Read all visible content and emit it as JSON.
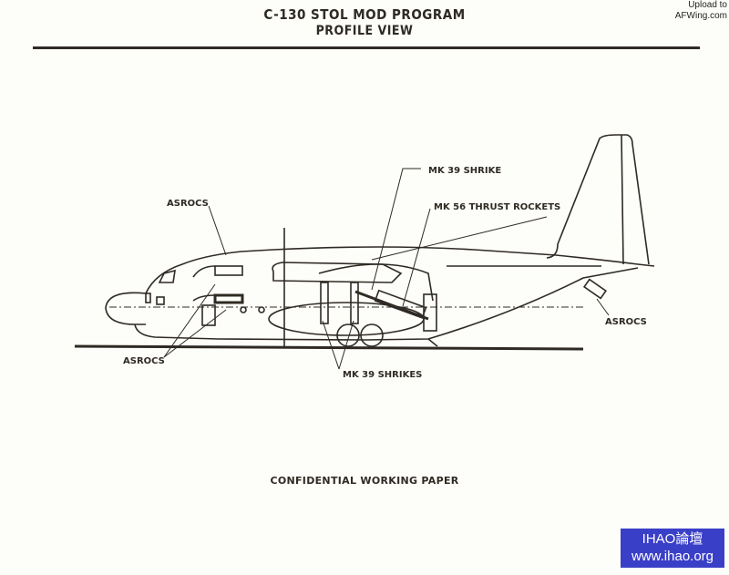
{
  "header": {
    "title_line1": "C-130 STOL MOD PROGRAM",
    "title_line2": "PROFILE VIEW"
  },
  "watermark_top": {
    "line1": "Upload to",
    "line2": "AFWing.com"
  },
  "diagram": {
    "subject": "C-130 aircraft side profile",
    "labels": {
      "asrocs_upper": "ASROCS",
      "asrocs_lower": "ASROCS",
      "asrocs_tail": "ASROCS",
      "mk39_shrike": "MK 39 SHRIKE",
      "mk56_thrust_rockets": "MK 56 THRUST ROCKETS",
      "mk39_shrikes": "MK 39 SHRIKES"
    }
  },
  "footer": {
    "classification": "CONFIDENTIAL WORKING PAPER"
  },
  "badge": {
    "line1": "IHAO論壇",
    "line2": "www.ihao.org",
    "color": "#3a3fc8"
  }
}
